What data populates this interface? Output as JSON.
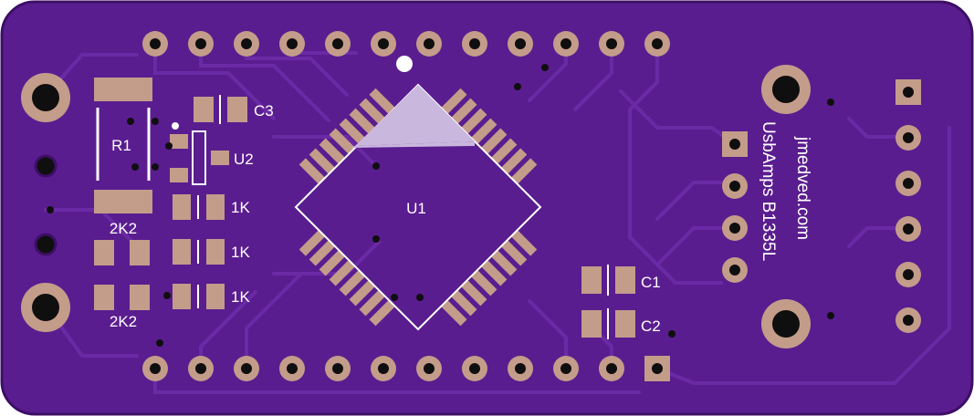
{
  "board": {
    "colors": {
      "board": "#5a1d8f",
      "board_edge": "#3d0f66",
      "trace": "#6b2aa5",
      "pad": "#c49c8a",
      "pad_dark": "#9c7a6a",
      "silk": "#ffffff",
      "hole": "#0f0f0f"
    }
  },
  "labels": {
    "r1": "R1",
    "r_2k2_top": "2K2",
    "r_2k2_bottom": "2K2",
    "c3": "C3",
    "u2": "U2",
    "r_1k_a": "1K",
    "r_1k_b": "1K",
    "r_1k_c": "1K",
    "u1": "U1",
    "c1": "C1",
    "c2": "C2",
    "vertical_line1": "UsbAmps  B1335L",
    "vertical_line2": "jmedved.com"
  }
}
